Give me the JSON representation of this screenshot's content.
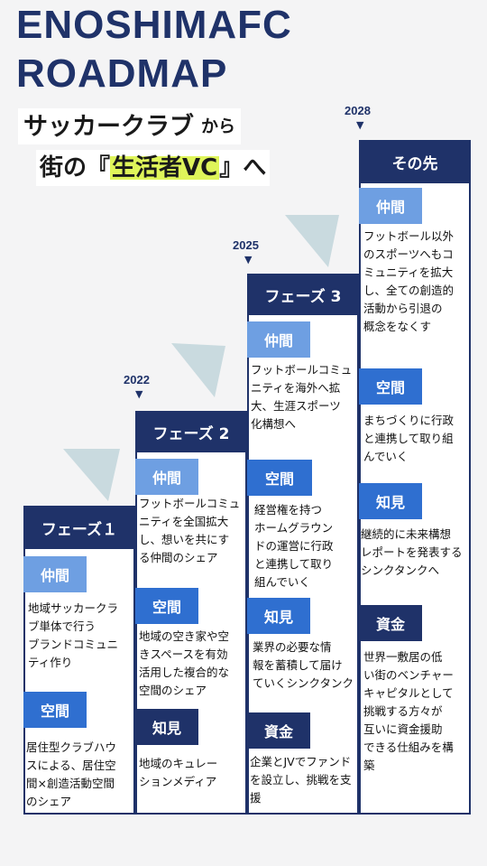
{
  "title": [
    "ENOSHIMAFC",
    "ROADMAP"
  ],
  "subtitle": {
    "line1_a": "サッカークラブ",
    "line1_b": "から",
    "line2_a": "街の『",
    "line2_highlight": "生活者VC",
    "line2_b": "』へ"
  },
  "years": {
    "y2022": "2022",
    "y2025": "2025",
    "y2028": "2028"
  },
  "colors": {
    "navy": "#1f3269",
    "light_blue": "#6e9fe2",
    "mid_blue": "#2f6fd0",
    "highlight": "#dff55a",
    "triangle": "#c9dadf"
  },
  "phases": [
    {
      "label": "フェーズ１",
      "items": [
        {
          "tag": "仲間",
          "text": "地域サッカークラ\nブ単体で行う\nブランドコミュニ\nティ作り"
        },
        {
          "tag": "空間",
          "text": "居住型クラブハウ\nスによる、居住空\n間×創造活動空間\nのシェア"
        }
      ]
    },
    {
      "label": "フェーズ 2",
      "items": [
        {
          "tag": "仲間",
          "text": "フットボールコミュ\nニティを全国拡大\nし、想いを共にす\nる仲間のシェア"
        },
        {
          "tag": "空間",
          "text": "地域の空き家や空\nきスペースを有効\n活用した複合的な\n空間のシェア"
        },
        {
          "tag": "知見",
          "text": "地域のキュレー\nションメディア"
        }
      ]
    },
    {
      "label": "フェーズ 3",
      "items": [
        {
          "tag": "仲間",
          "text": "フットボールコミュ\nニティを海外へ拡\n大、生涯スポーツ\n化構想へ"
        },
        {
          "tag": "空間",
          "text": "経営権を持つ\nホームグラウン\nドの運営に行政\nと連携して取り\n組んでいく"
        },
        {
          "tag": "知見",
          "text": "業界の必要な情\n報を蓄積して届け\nていくシンクタンク"
        },
        {
          "tag": "資金",
          "text": "企業とJVでファンド\nを設立し、挑戦を支\n援"
        }
      ]
    },
    {
      "label": "その先",
      "items": [
        {
          "tag": "仲間",
          "text": "フットボール以外\nのスポーツへもコ\nミュニティを拡大\nし、全ての創造的\n活動から引退の\n概念をなくす"
        },
        {
          "tag": "空間",
          "text": "まちづくりに行政\nと連携して取り組\nんでいく"
        },
        {
          "tag": "知見",
          "text": "継続的に未来構想\nレポートを発表する\nシンクタンクへ"
        },
        {
          "tag": "資金",
          "text": "世界一敷居の低\nい街のベンチャー\nキャピタルとして\n挑戦する方々が\n互いに資金援助\nできる仕組みを構\n築"
        }
      ]
    }
  ]
}
